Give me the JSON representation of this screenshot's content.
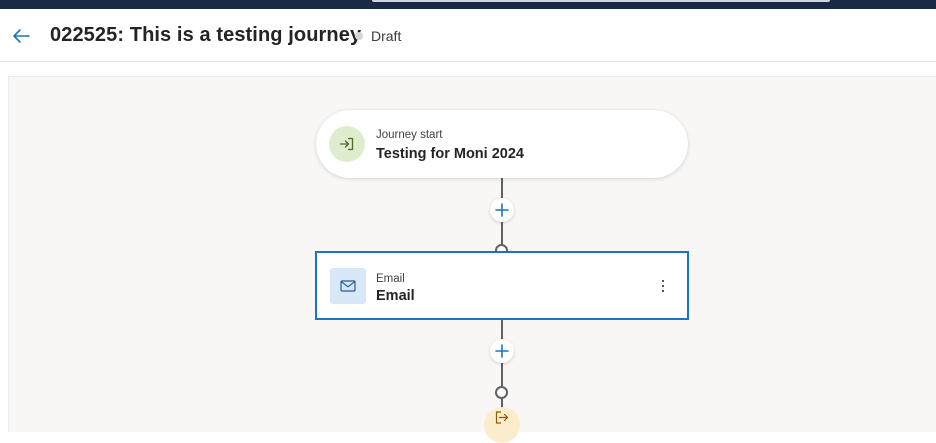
{
  "header": {
    "title": "022525: This is a testing journey",
    "status": "Draft"
  },
  "journey": {
    "start_node": {
      "eyebrow": "Journey start",
      "title": "Testing for Moni 2024"
    },
    "email_node": {
      "eyebrow": "Email",
      "title": "Email"
    }
  },
  "icons": {
    "back": "back-arrow-icon",
    "start": "enter-icon",
    "add": "plus-icon",
    "email": "mail-icon",
    "more": "more-vertical-icon",
    "exit": "exit-icon"
  },
  "colors": {
    "accent": "#1a74c6",
    "start_icon_bg": "#dfeccd",
    "email_icon_bg": "#d9e8f6",
    "exit_icon_bg": "#fbeccb",
    "status_dot": "#d4d4d4"
  }
}
